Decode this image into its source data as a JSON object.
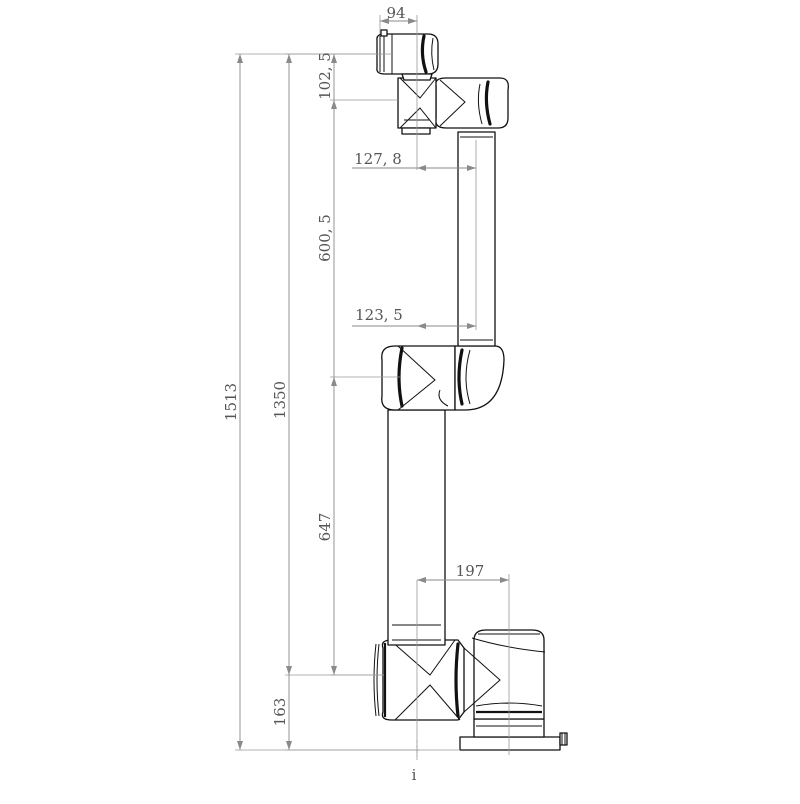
{
  "drawing": {
    "caption": "i",
    "dimensions": {
      "total_height": "1513",
      "shoulder_height": "1350",
      "base_height": "163",
      "upper_arm_length": "647",
      "forearm_length": "600, 5",
      "wrist_length": "102, 5",
      "wrist_width": "94",
      "elbow_offset": "123, 5",
      "forearm_offset": "127, 8",
      "base_offset": "197"
    }
  }
}
